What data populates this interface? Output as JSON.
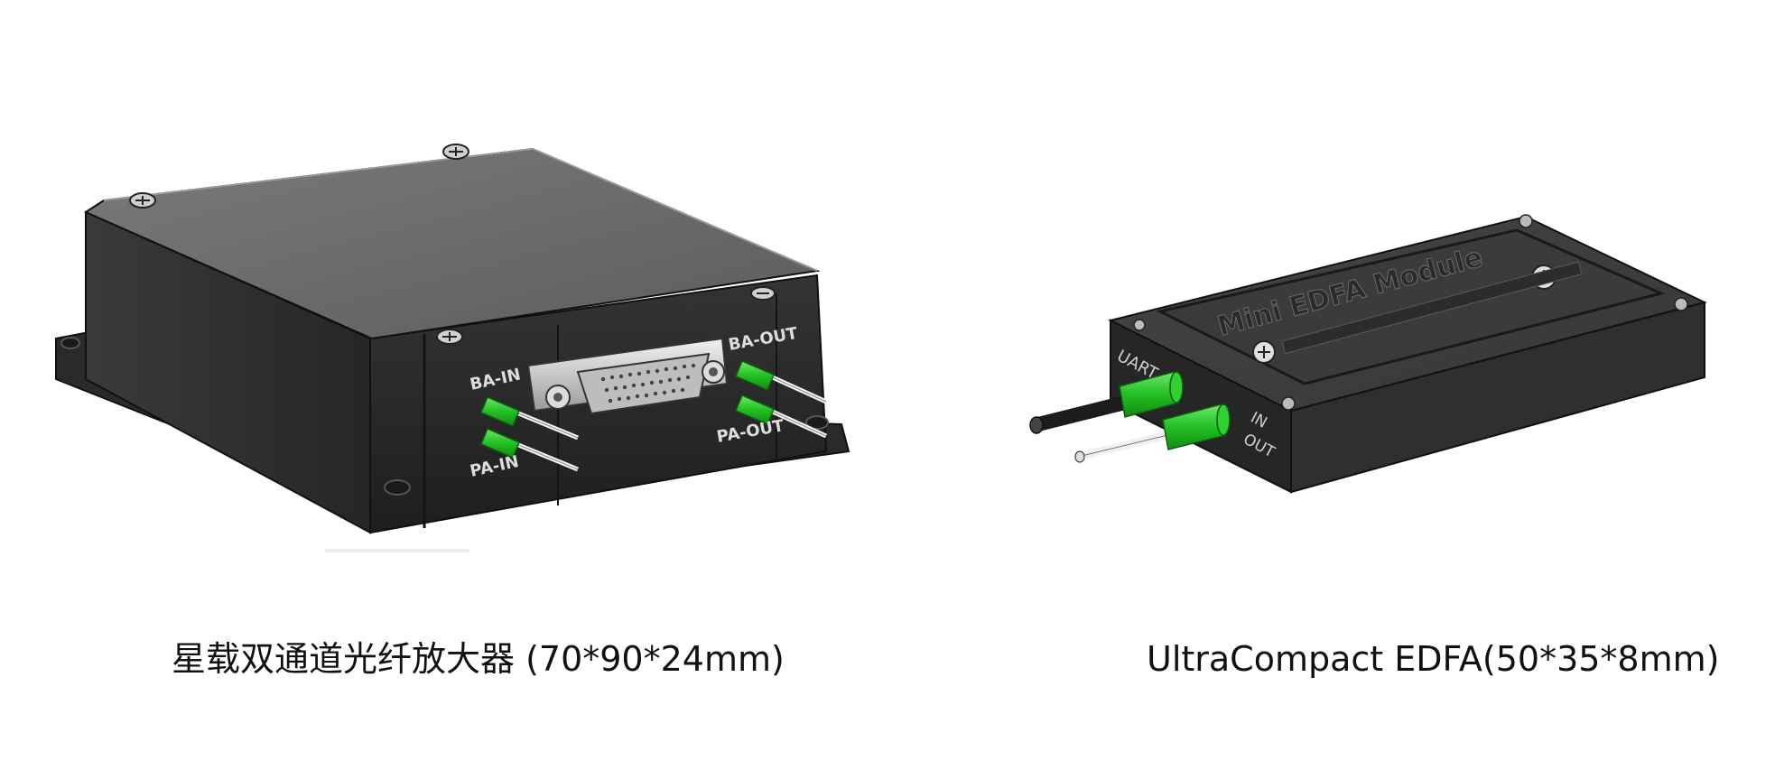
{
  "left_module": {
    "caption": "星载双通道光纤放大器 (70*90*24mm)",
    "port_labels": {
      "ba_in": "BA-IN",
      "pa_in": "PA-IN",
      "ba_out": "BA-OUT",
      "pa_out": "PA-OUT"
    }
  },
  "right_module": {
    "caption": "UltraCompact EDFA(50*35*8mm)",
    "lid_text": "Mini EDFA Module",
    "side_labels": {
      "uart": "UART",
      "in": "IN",
      "out": "OUT"
    }
  },
  "colors": {
    "housing_dark": "#2b2b2b",
    "housing_top": "#6e6e6e",
    "fiber_boot_green": "#22c022",
    "connector_silver": "#d9d9d9"
  }
}
